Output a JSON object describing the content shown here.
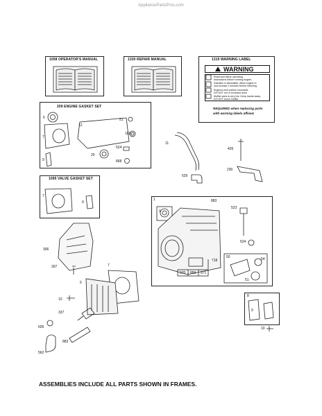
{
  "site": "AppliancePartsPros.com",
  "manuals": [
    {
      "label": "1058 OPERATOR'S MANUAL"
    },
    {
      "label": "1330 REPAIR MANUAL"
    }
  ],
  "warning": {
    "label": "1319 WARNING LABEL",
    "heading": "WARNING",
    "lines": [
      "Read and follow operating",
      "instructions before running engine.",
      "Gasoline is flammable. Allow engine to",
      "cool at least 2 minutes before refueling.",
      "Engines emit carbon monoxide.",
      "DO NOT run in enclosed area.",
      "Muffler area is very hot. Keep hands away.",
      "DO NOT touch muffler."
    ],
    "note1": "REQUIRED when replacing parts",
    "note2": "with warning labels affixed."
  },
  "engine_gasket_set": {
    "label": "209 ENGINE GASKET SET",
    "parts": [
      "5",
      "12",
      "51",
      "7",
      "163",
      "20",
      "524",
      "868",
      "9"
    ]
  },
  "valve_gasket_set": {
    "label": "1095 VALVE GASKET SET",
    "parts": [
      "7",
      "9"
    ]
  },
  "loose_parts": [
    "11",
    "426",
    "529",
    "230",
    "306",
    "307",
    "10",
    "337",
    "605",
    "883",
    "562",
    "7",
    "5"
  ],
  "block_frame": {
    "parts": [
      "1",
      "883",
      "9",
      "523",
      "524",
      "718",
      "970",
      "859",
      "971",
      "51",
      "54",
      "50"
    ]
  },
  "small_frame": {
    "parts": [
      "8",
      "9"
    ]
  },
  "part_10": "10",
  "footer": "ASSEMBLIES INCLUDE ALL PARTS SHOWN IN FRAMES."
}
